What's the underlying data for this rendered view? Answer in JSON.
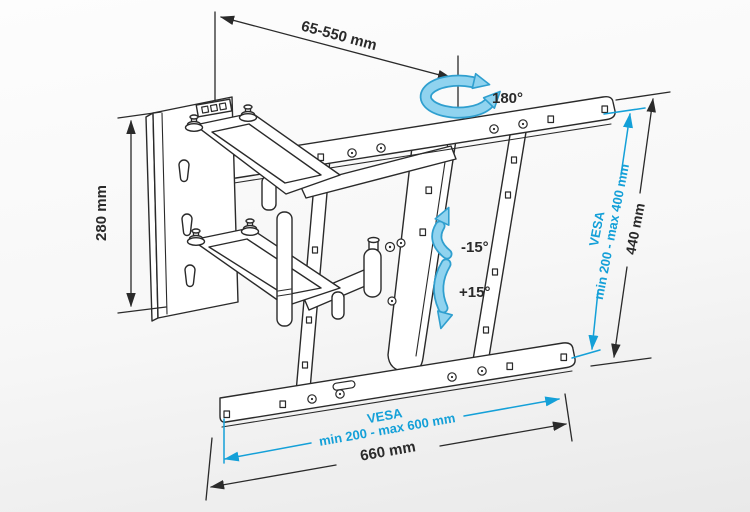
{
  "diagram": {
    "type": "tv-wall-mount-dimension-diagram",
    "colors": {
      "line": "#2a2a2a",
      "accent_cyan": "#14a0d8",
      "arrow_fill": "#90d3ef",
      "arrow_outline": "#2f9fcf"
    },
    "labels": {
      "extension_range": "65-550 mm",
      "swivel_angle": "180°",
      "plate_height": "280 mm",
      "tilt_up": "-15°",
      "tilt_down": "+15°",
      "vesa_vertical_title": "VESA",
      "vesa_vertical_range": "min 200 - max 400 mm",
      "bracket_height": "440 mm",
      "vesa_horizontal_title": "VESA",
      "vesa_horizontal_range": "min 200 - max 600 mm",
      "bracket_width": "660 mm"
    }
  }
}
